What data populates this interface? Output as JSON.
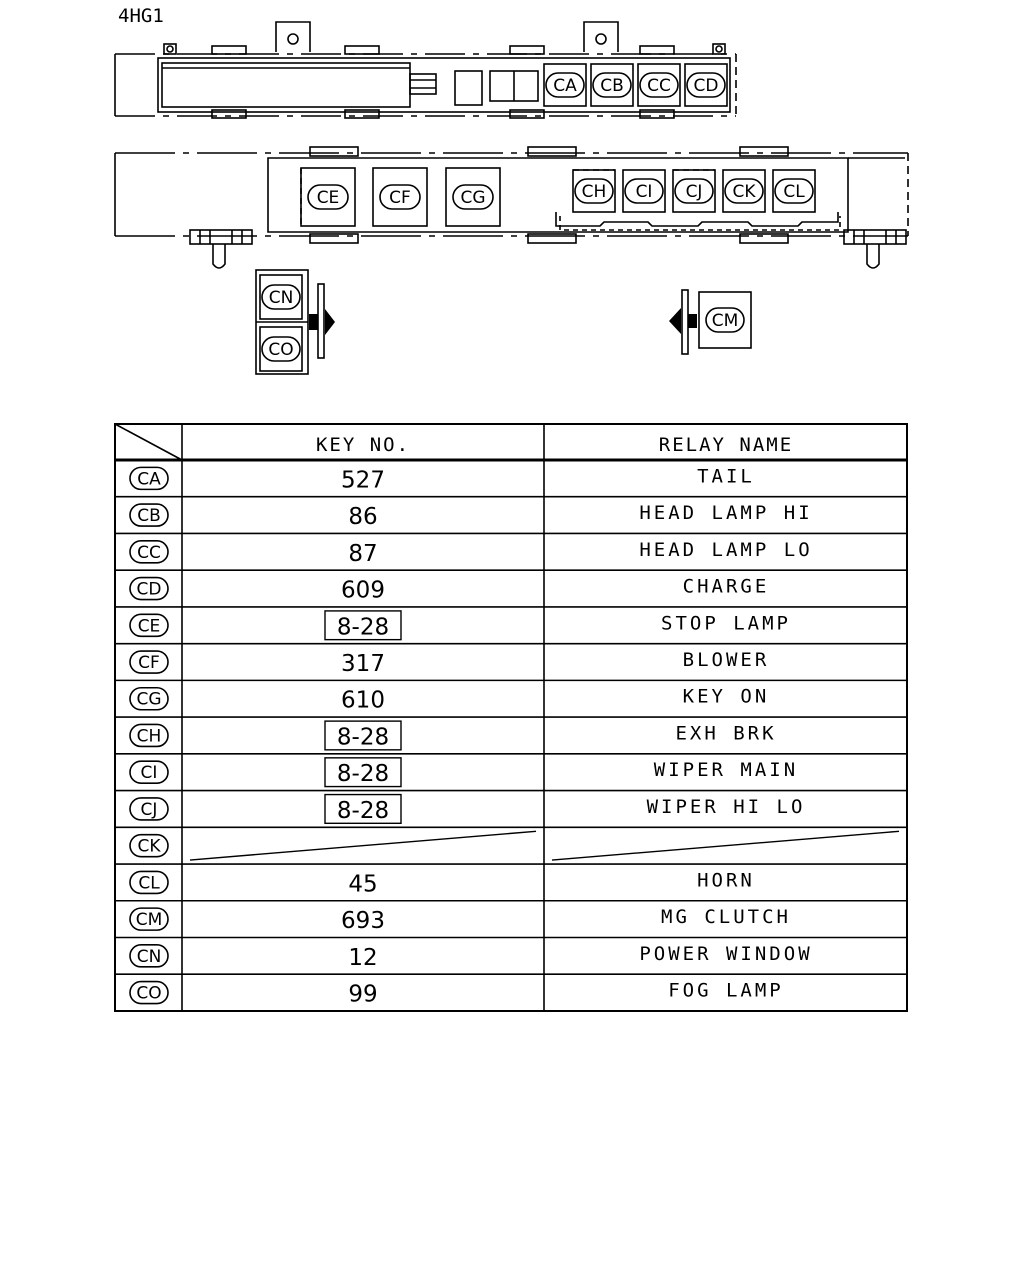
{
  "model": "4HG1",
  "connectors": {
    "top_block": [
      "CA",
      "CB",
      "CC",
      "CD"
    ],
    "middle_large": [
      "CE",
      "CF",
      "CG"
    ],
    "middle_small": [
      "CH",
      "CI",
      "CJ",
      "CK",
      "CL"
    ],
    "left_stack": [
      "CN",
      "CO"
    ],
    "right_single": "CM"
  },
  "table": {
    "headers": {
      "key_no": "KEY NO.",
      "relay_name": "RELAY NAME"
    },
    "rows": [
      {
        "code": "CA",
        "key": "527",
        "name": "TAIL",
        "boxed": false,
        "empty": false
      },
      {
        "code": "CB",
        "key": "86",
        "name": "HEAD LAMP HI",
        "boxed": false,
        "empty": false
      },
      {
        "code": "CC",
        "key": "87",
        "name": "HEAD LAMP LO",
        "boxed": false,
        "empty": false
      },
      {
        "code": "CD",
        "key": "609",
        "name": "CHARGE",
        "boxed": false,
        "empty": false
      },
      {
        "code": "CE",
        "key": "8-28",
        "name": "STOP LAMP",
        "boxed": true,
        "empty": false
      },
      {
        "code": "CF",
        "key": "317",
        "name": "BLOWER",
        "boxed": false,
        "empty": false
      },
      {
        "code": "CG",
        "key": "610",
        "name": "KEY ON",
        "boxed": false,
        "empty": false
      },
      {
        "code": "CH",
        "key": "8-28",
        "name": "EXH BRK",
        "boxed": true,
        "empty": false
      },
      {
        "code": "CI",
        "key": "8-28",
        "name": "WIPER MAIN",
        "boxed": true,
        "empty": false
      },
      {
        "code": "CJ",
        "key": "8-28",
        "name": "WIPER HI LO",
        "boxed": true,
        "empty": false
      },
      {
        "code": "CK",
        "key": "",
        "name": "",
        "boxed": false,
        "empty": true
      },
      {
        "code": "CL",
        "key": "45",
        "name": "HORN",
        "boxed": false,
        "empty": false
      },
      {
        "code": "CM",
        "key": "693",
        "name": "MG CLUTCH",
        "boxed": false,
        "empty": false
      },
      {
        "code": "CN",
        "key": "12",
        "name": "POWER WINDOW",
        "boxed": false,
        "empty": false
      },
      {
        "code": "CO",
        "key": "99",
        "name": "FOG LAMP",
        "boxed": false,
        "empty": false
      }
    ]
  }
}
